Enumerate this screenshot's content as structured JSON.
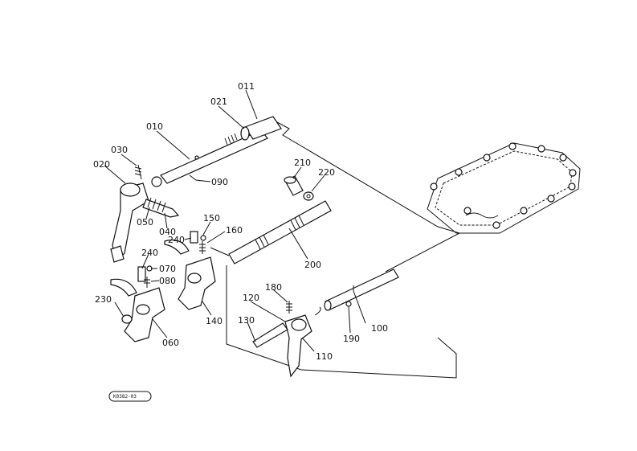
{
  "drawing": {
    "code": "K0382-03",
    "callouts": [
      "011",
      "021",
      "010",
      "030",
      "020",
      "090",
      "210",
      "220",
      "050",
      "040",
      "150",
      "240",
      "160",
      "200",
      "240",
      "070",
      "080",
      "180",
      "120",
      "100",
      "230",
      "130",
      "060",
      "140",
      "190",
      "110"
    ]
  }
}
